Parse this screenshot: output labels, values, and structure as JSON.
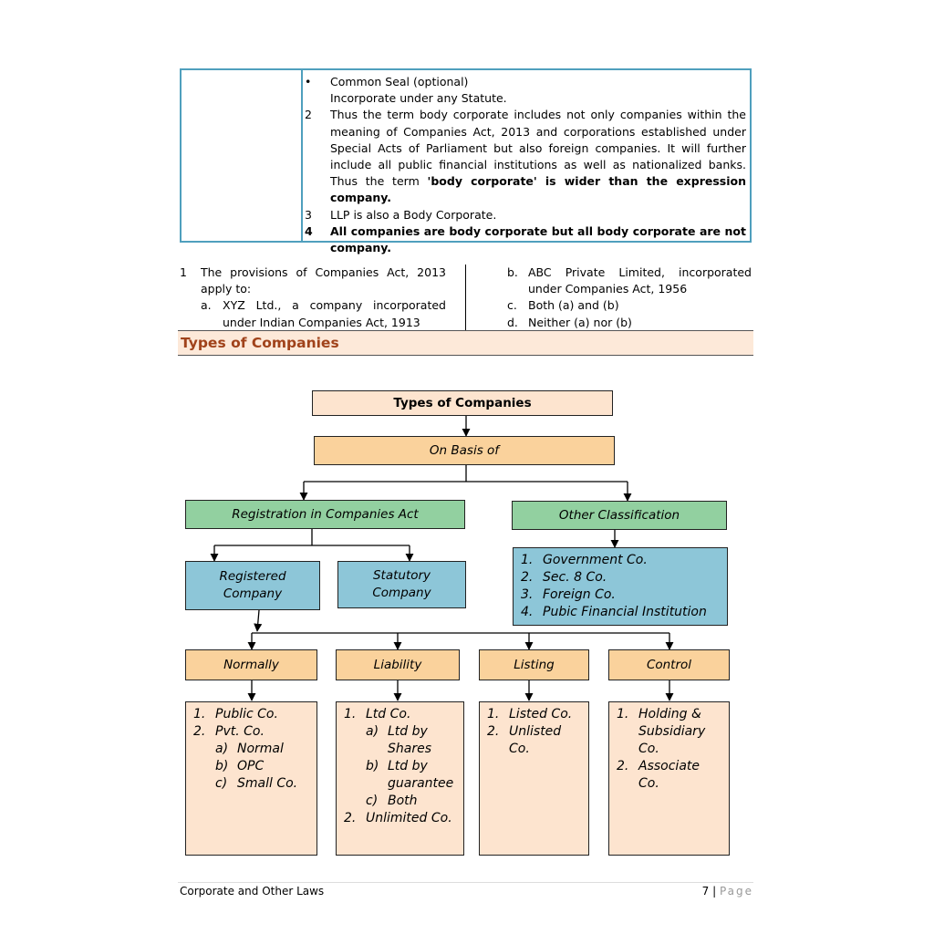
{
  "top_table": {
    "lines": [
      {
        "marker": "•",
        "text": "Common Seal (optional)"
      },
      {
        "marker": "",
        "text": "Incorporate under any Statute."
      },
      {
        "marker": "2",
        "text": "Thus the term body corporate includes not only companies within the meaning of Companies Act, 2013 and corporations established under Special Acts of Parliament but also foreign companies. It will further include all public financial institutions as well as nationalized banks. Thus the term ",
        "bold_tail": "'body corporate' is wider than the expression company."
      },
      {
        "marker": "3",
        "text": "LLP is also a Body Corporate."
      },
      {
        "marker": "4",
        "bold": "All companies are body corporate but all body corporate are not company."
      }
    ]
  },
  "question": {
    "number": "1",
    "stem": "The provisions of Companies Act, 2013 apply to:",
    "options": [
      {
        "label": "a.",
        "text": "XYZ Ltd., a company incorporated under Indian Companies Act, 1913"
      },
      {
        "label": "b.",
        "text": "ABC Private Limited, incorporated under Companies Act, 1956"
      },
      {
        "label": "c.",
        "text": "Both (a) and (b)"
      },
      {
        "label": "d.",
        "text": "Neither (a) nor (b)"
      }
    ]
  },
  "section_title": "Types of Companies",
  "diagram": {
    "root": "Types of Companies",
    "basis": "On Basis of",
    "registration": "Registration in Companies Act",
    "other": "Other Classification",
    "registered": "Registered Company",
    "statutory": "Statutory Company",
    "other_list": [
      {
        "n": "1.",
        "t": "Government Co."
      },
      {
        "n": "2.",
        "t": "Sec. 8 Co."
      },
      {
        "n": "3.",
        "t": "Foreign Co."
      },
      {
        "n": "4.",
        "t": "Pubic Financial Institution"
      }
    ],
    "categories": [
      "Normally",
      "Liability",
      "Listing",
      "Control"
    ],
    "normally_list": [
      {
        "n": "1.",
        "t": "Public Co.",
        "lvl": 0
      },
      {
        "n": "2.",
        "t": "Pvt. Co.",
        "lvl": 0
      },
      {
        "n": "a)",
        "t": "Normal",
        "lvl": 1
      },
      {
        "n": "b)",
        "t": "OPC",
        "lvl": 1
      },
      {
        "n": "c)",
        "t": "Small Co.",
        "lvl": 1
      }
    ],
    "liability_list": [
      {
        "n": "1.",
        "t": "Ltd Co.",
        "lvl": 0
      },
      {
        "n": "a)",
        "t": "Ltd by Shares",
        "lvl": 1
      },
      {
        "n": "b)",
        "t": "Ltd by guarantee",
        "lvl": 1
      },
      {
        "n": "c)",
        "t": "Both",
        "lvl": 1
      },
      {
        "n": "2.",
        "t": "Unlimited Co.",
        "lvl": 0
      }
    ],
    "listing_list": [
      {
        "n": "1.",
        "t": "Listed Co.",
        "lvl": 0
      },
      {
        "n": "2.",
        "t": "Unlisted Co.",
        "lvl": 0
      }
    ],
    "control_list": [
      {
        "n": "1.",
        "t": "Holding & Subsidiary Co.",
        "lvl": 0
      },
      {
        "n": "2.",
        "t": "Associate Co.",
        "lvl": 0
      }
    ]
  },
  "footer": {
    "left": "Corporate and Other Laws",
    "page_number": "7",
    "separator": "|",
    "page_label": "Page"
  }
}
